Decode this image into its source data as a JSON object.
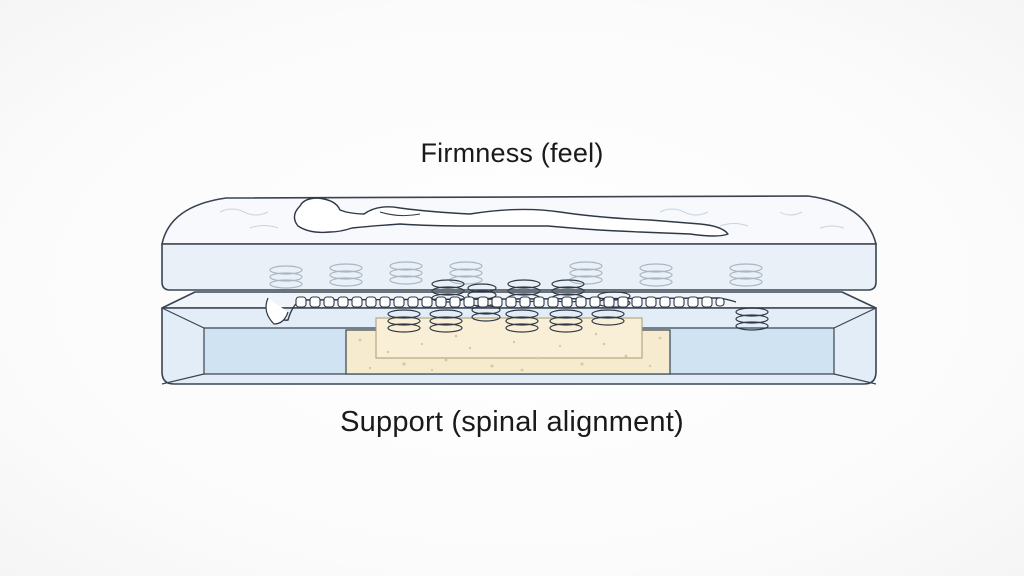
{
  "labels": {
    "top": "Firmness (feel)",
    "bottom": "Support (spinal alignment)"
  },
  "colors": {
    "outline": "#3a4450",
    "top_layer_fill": "#e9f0f7",
    "top_surface_fill": "#f7f9fc",
    "base_fill": "#e2edf7",
    "inner_panel_fill": "#cfe3f3",
    "foam_core_fill": "#f6ebcf",
    "foam_speckle": "#d9c89c"
  },
  "parts": {
    "top_layer": "comfort-layer",
    "base_layer": "support-base",
    "core": "foam-core",
    "figure": "human-figure",
    "spine": "spine",
    "springs": "coil-springs"
  }
}
